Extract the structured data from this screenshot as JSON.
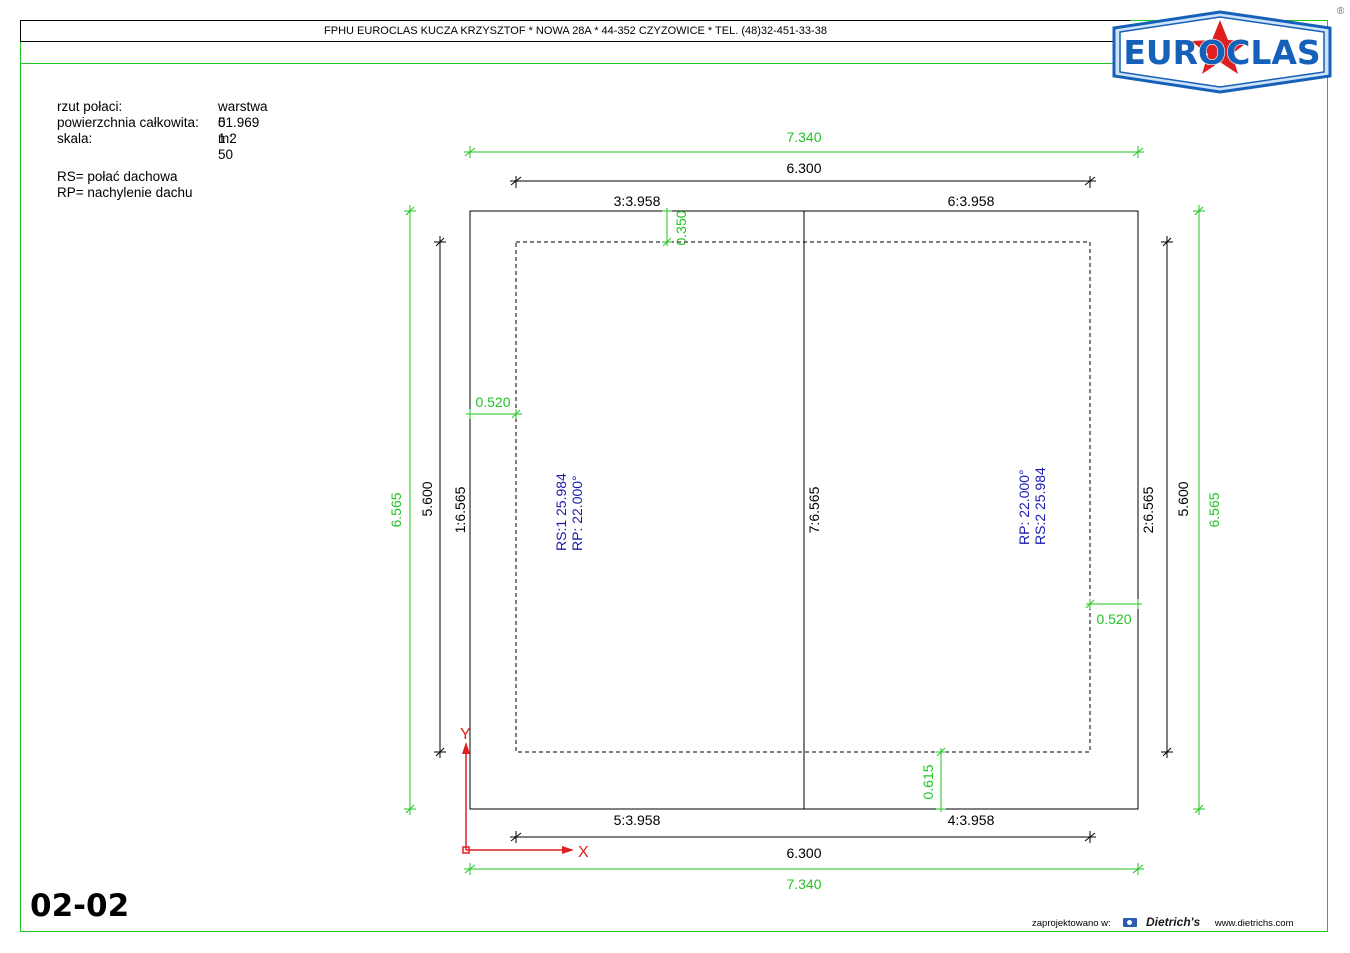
{
  "header": {
    "company_line": "FPHU EUROCLAS KUCZA KRZYSZTOF * NOWA 28A * 44-352 CZYZOWICE * TEL. (48)32-451-33-38"
  },
  "logo": {
    "text": "EUROCLAS",
    "registered_mark": "®",
    "colors": {
      "blue": "#1560b8",
      "red": "#e02020",
      "light": "#cfe3f7"
    }
  },
  "info": {
    "rows": [
      {
        "label": "rzut połaci:",
        "value": "warstwa 0"
      },
      {
        "label": "powierzchnia całkowita:",
        "value": "51.969 m2"
      },
      {
        "label": "skala:",
        "value": "1 : 50"
      }
    ]
  },
  "legend": {
    "rs": "RS= połać dachowa",
    "rp": "RP= nachylenie dachu"
  },
  "drawing": {
    "colors": {
      "green": "#22c322",
      "black": "#000000",
      "blue": "#1a1ab0",
      "red": "#e02020"
    },
    "dims": {
      "top_overall": "7.340",
      "top_inner": "6.300",
      "bottom_inner": "6.300",
      "bottom_overall": "7.340",
      "left_overall": "6.565",
      "left_inner": "5.600",
      "right_inner": "5.600",
      "right_overall": "6.565",
      "overhang_top": "0.350",
      "overhang_left": "0.520",
      "overhang_right": "0.520",
      "overhang_bottom": "0.615"
    },
    "edges": {
      "top_left": "3:3.958",
      "top_right": "6:3.958",
      "bottom_left": "5:3.958",
      "bottom_right": "4:3.958",
      "left": "1:6.565",
      "middle": "7:6.565",
      "right": "2:6.565"
    },
    "slopes": [
      {
        "rs": "RS:1   25.984",
        "rp": "RP:   22.000°"
      },
      {
        "rs": "RS:2   25.984",
        "rp": "RP:   22.000°"
      }
    ],
    "axes": {
      "x": "X",
      "y": "Y"
    }
  },
  "sheet": {
    "number": "02-02"
  },
  "footer": {
    "designed": "zaprojektowano w:",
    "brand": "Dietrich's",
    "url": "www.dietrichs.com"
  }
}
